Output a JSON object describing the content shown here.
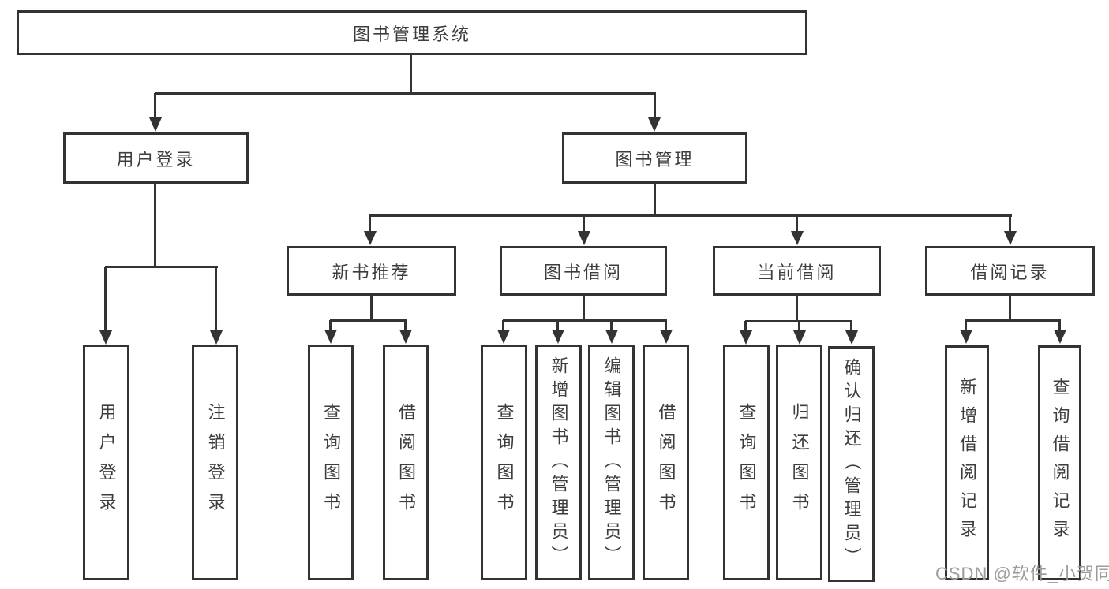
{
  "title": "图书管理系统",
  "watermark": {
    "text": "CSDN @软件_小贺同学",
    "color": "#9c9c9c"
  },
  "colors": {
    "line": "#333333",
    "text": "#3d3d3d",
    "background": "#ffffff"
  },
  "tree": {
    "label": "图书管理系统",
    "children": [
      {
        "label": "用户登录",
        "children": [
          {
            "label": "用户登录"
          },
          {
            "label": "注销登录"
          }
        ]
      },
      {
        "label": "图书管理",
        "children": [
          {
            "label": "新书推荐",
            "children": [
              {
                "label": "查询图书"
              },
              {
                "label": "借阅图书"
              }
            ]
          },
          {
            "label": "图书借阅",
            "children": [
              {
                "label": "查询图书"
              },
              {
                "label": "新增图书（管理员）"
              },
              {
                "label": "编辑图书（管理员）"
              },
              {
                "label": "借阅图书"
              }
            ]
          },
          {
            "label": "当前借阅",
            "children": [
              {
                "label": "查询图书"
              },
              {
                "label": "归还图书"
              },
              {
                "label": "确认归还（管理员）"
              }
            ]
          },
          {
            "label": "借阅记录",
            "children": [
              {
                "label": "新增借阅记录"
              },
              {
                "label": "查询借阅记录"
              }
            ]
          }
        ]
      }
    ]
  }
}
